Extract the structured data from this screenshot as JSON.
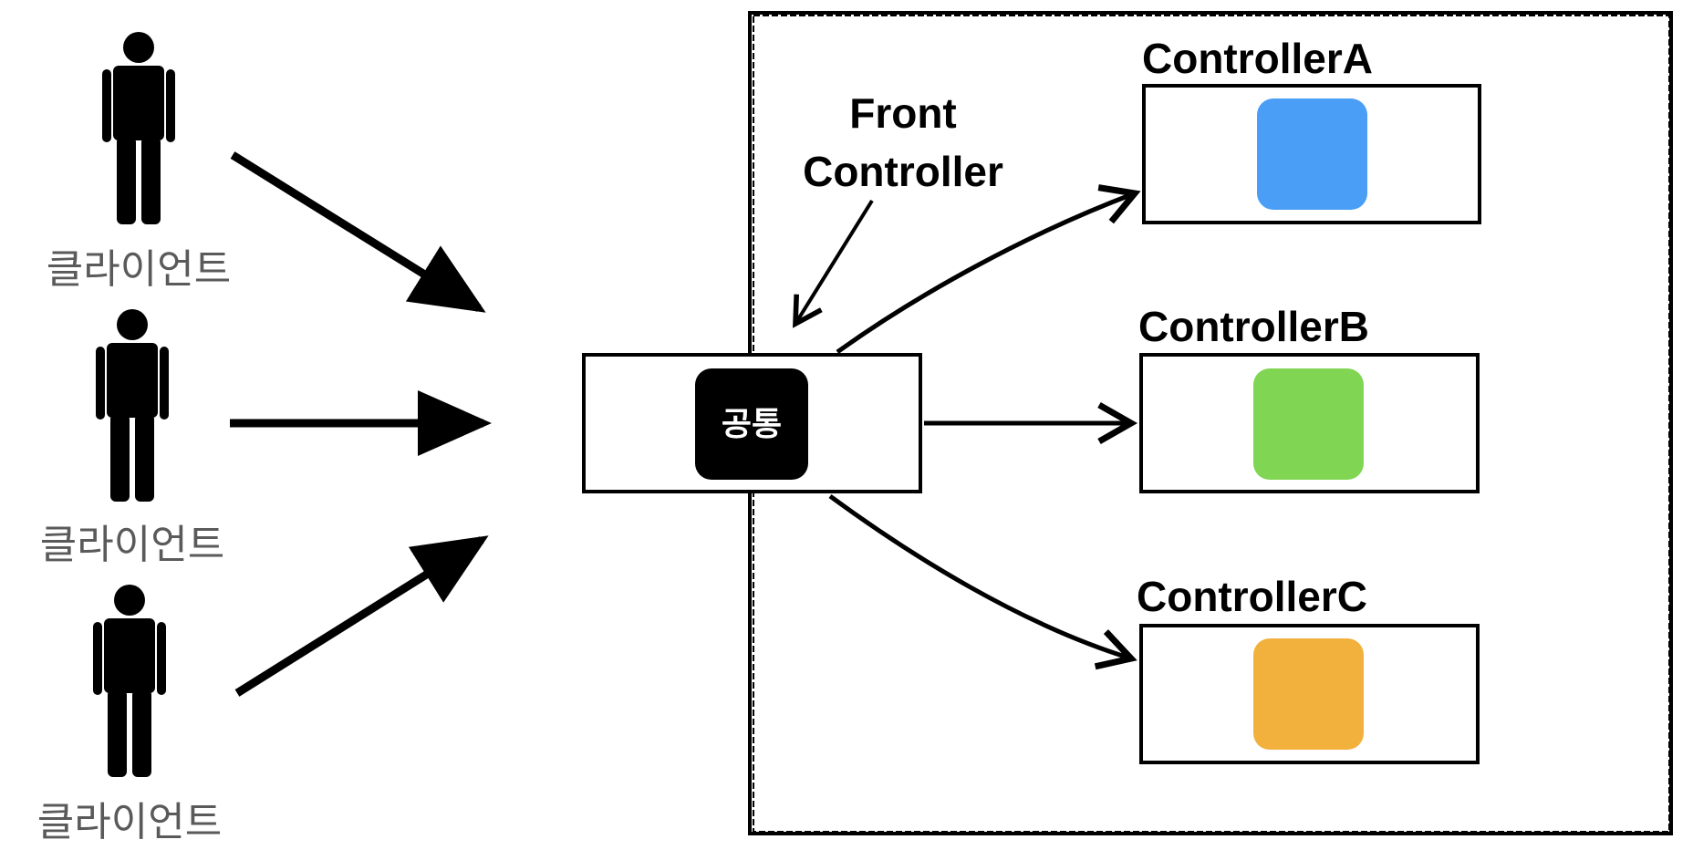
{
  "clients": [
    {
      "label": "클라이언트"
    },
    {
      "label": "클라이언트"
    },
    {
      "label": "클라이언트"
    }
  ],
  "front_controller": {
    "title_line1": "Front",
    "title_line2": "Controller",
    "common_label": "공통"
  },
  "controllers": [
    {
      "name": "ControllerA",
      "color": "#4a9ef6"
    },
    {
      "name": "ControllerB",
      "color": "#80d552"
    },
    {
      "name": "ControllerC",
      "color": "#f1b13c"
    }
  ],
  "colors": {
    "stroke": "#000000",
    "client_label": "#5a5a5a",
    "common_box": "#000000"
  }
}
